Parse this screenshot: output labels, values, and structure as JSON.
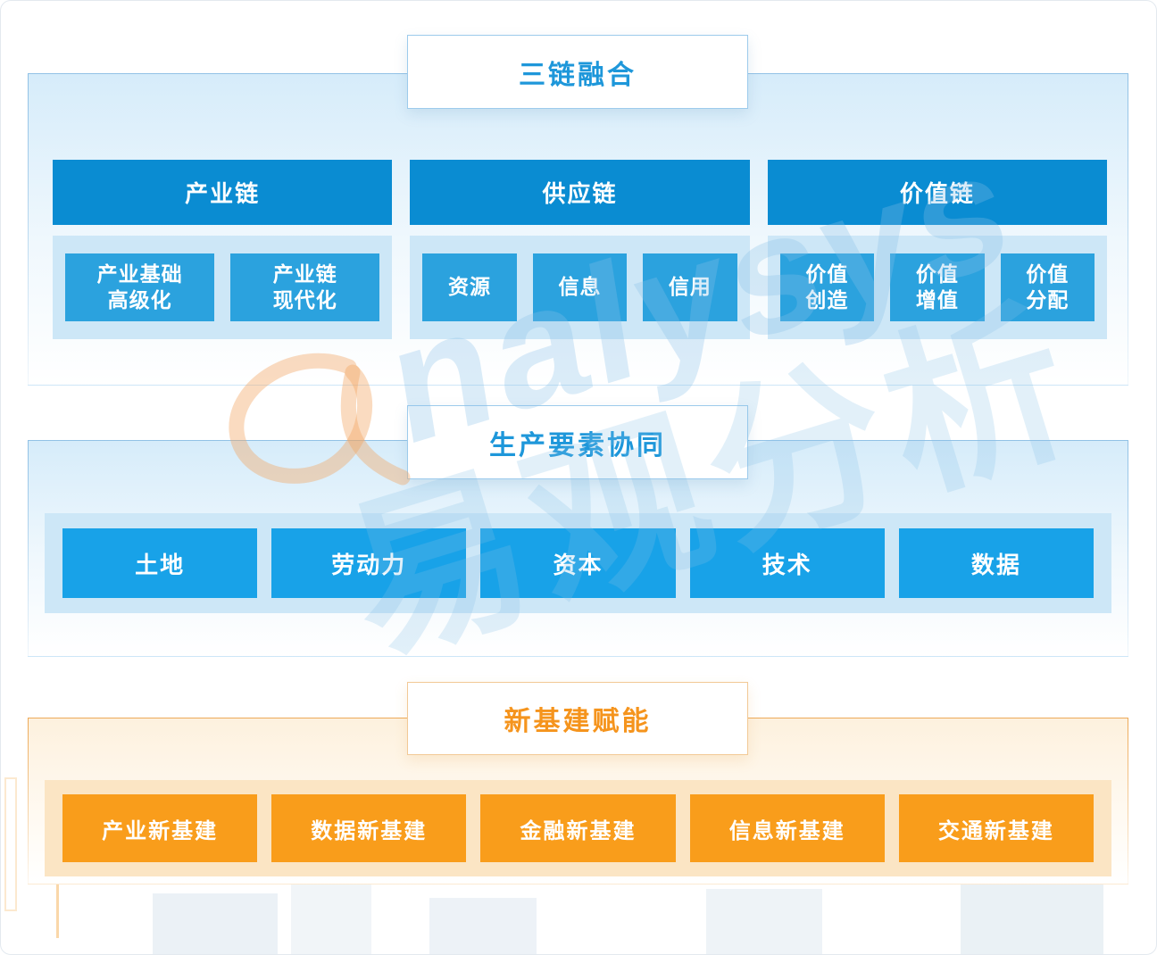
{
  "sections": [
    {
      "id": "three-chains",
      "title": "三链融合",
      "columns": [
        {
          "header": "产业链",
          "items": [
            "产业基础\n高级化",
            "产业链\n现代化"
          ]
        },
        {
          "header": "供应链",
          "items": [
            "资源",
            "信息",
            "信用"
          ]
        },
        {
          "header": "价值链",
          "items": [
            "价值\n创造",
            "价值\n增值",
            "价值\n分配"
          ]
        }
      ]
    },
    {
      "id": "production-factors",
      "title": "生产要素协同",
      "items": [
        "土地",
        "劳动力",
        "资本",
        "技术",
        "数据"
      ]
    },
    {
      "id": "new-infrastructure",
      "title": "新基建赋能",
      "items": [
        "产业新基建",
        "数据新基建",
        "金融新基建",
        "信息新基建",
        "交通新基建"
      ]
    }
  ],
  "watermark": {
    "latin": "nalysys",
    "cjk": "易观分析"
  },
  "colors": {
    "header_blue": "#0a8cd2",
    "sub_box_blue": "#2ba2de",
    "factor_box_blue": "#18a2e8",
    "light_blue_panel": "#cde7f7",
    "title_text_blue": "#1e97da",
    "orange_box": "#f99d1b",
    "light_orange_panel": "#fbe5c4",
    "title_text_orange": "#f5941d"
  }
}
